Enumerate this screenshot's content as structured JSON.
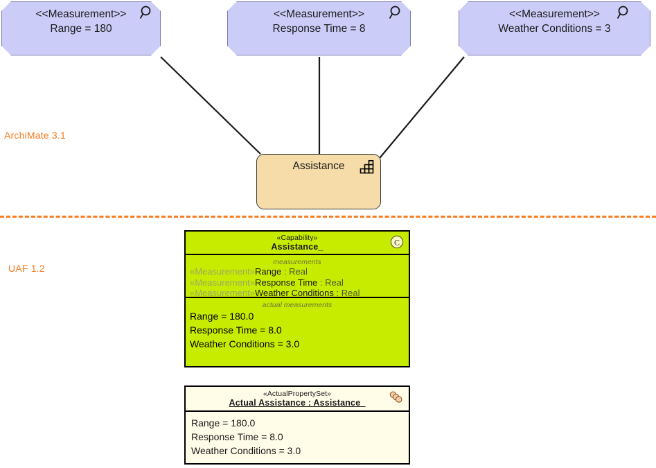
{
  "diagram": {
    "layers": [
      {
        "id": "archimate",
        "label": "ArchiMate 3.1",
        "color": "#f57c20"
      },
      {
        "id": "uaf",
        "label": "UAF 1.2",
        "color": "#f57c20"
      }
    ],
    "separator_color": "#f57c20"
  },
  "archimate": {
    "measurements": [
      {
        "stereotype": "<<Measurement>>",
        "name": "Range = 180",
        "icon": "magnifier-icon",
        "fill": "#ccccf9",
        "border": "#7a7ab0"
      },
      {
        "stereotype": "<<Measurement>>",
        "name": "Response Time = 8",
        "icon": "magnifier-icon",
        "fill": "#ccccf9",
        "border": "#7a7ab0"
      },
      {
        "stereotype": "<<Measurement>>",
        "name": "Weather Conditions = 3",
        "icon": "magnifier-icon",
        "fill": "#ccccf9",
        "border": "#7a7ab0"
      }
    ],
    "capability": {
      "name": "Assistance",
      "icon": "capability-steps-icon",
      "fill": "#f5dca8",
      "border": "#3a3a3a"
    }
  },
  "uaf": {
    "capability_box": {
      "stereotype": "«Capability»",
      "name": "Assistance_",
      "icon": "capability-circle-c-icon",
      "fill": "#c8ec00",
      "measurements_title": "measurements",
      "measurements": [
        {
          "stereotype": "«Measurement»",
          "name": "Range",
          "type": ": Real"
        },
        {
          "stereotype": "«Measurement»",
          "name": "Response Time",
          "type": ": Real"
        },
        {
          "stereotype": "«Measurement»",
          "name": "Weather Conditions",
          "type": ": Real"
        }
      ],
      "actual_measurements_title": "actual measurements",
      "actual_measurements": [
        "Range = 180.0",
        "Response Time = 8.0",
        "Weather Conditions = 3.0"
      ]
    },
    "actual_property_set_box": {
      "stereotype": "«ActualPropertySet»",
      "name": "Actual Assistance : Assistance_",
      "icon": "three-circles-icon",
      "fill": "#fffce8",
      "values": [
        "Range = 180.0",
        "Response Time = 8.0",
        "Weather Conditions = 3.0"
      ]
    }
  }
}
